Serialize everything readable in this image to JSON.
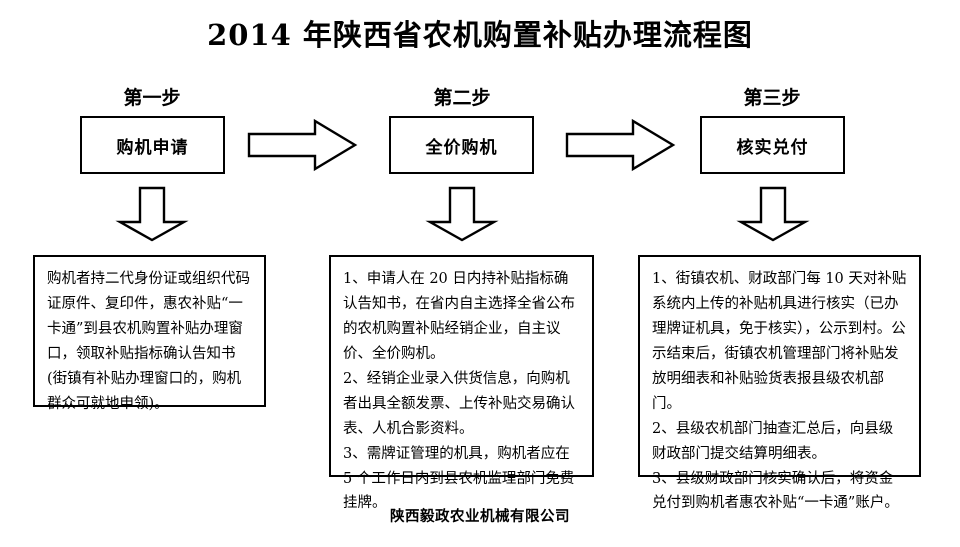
{
  "title": "2014 年陕西省农机购置补贴办理流程图",
  "footer": "陕西毅政农业机械有限公司",
  "colors": {
    "background": "#ffffff",
    "stroke": "#000000",
    "text": "#000000"
  },
  "steps": [
    {
      "caption": "第一步",
      "box_label": "购机申请",
      "detail": "购机者持二代身份证或组织代码证原件、复印件，惠农补贴“一卡通”到县农机购置补贴办理窗口，领取补贴指标确认告知书(街镇有补贴办理窗口的，购机群众可就地申领)。",
      "down_arrow": "down-arrow-icon",
      "next_arrow": "right-arrow-icon"
    },
    {
      "caption": "第二步",
      "box_label": "全价购机",
      "detail": "1、申请人在 20 日内持补贴指标确认告知书，在省内自主选择全省公布的农机购置补贴经销企业，自主议价、全价购机。\n2、经销企业录入供货信息，向购机者出具全额发票、上传补贴交易确认表、人机合影资料。\n3、需牌证管理的机具，购机者应在 5 个工作日内到县农机监理部门免费挂牌。",
      "down_arrow": "down-arrow-icon",
      "next_arrow": "right-arrow-icon"
    },
    {
      "caption": "第三步",
      "box_label": "核实兑付",
      "detail": "1、街镇农机、财政部门每 10 天对补贴系统内上传的补贴机具进行核实（已办理牌证机具，免于核实），公示到村。公示结束后，街镇农机管理部门将补贴发放明细表和补贴验货表报县级农机部门。\n2、县级农机部门抽查汇总后，向县级财政部门提交结算明细表。\n3、县级财政部门核实确认后，将资金兑付到购机者惠农补贴“一卡通”账户。",
      "down_arrow": "down-arrow-icon",
      "next_arrow": null
    }
  ]
}
